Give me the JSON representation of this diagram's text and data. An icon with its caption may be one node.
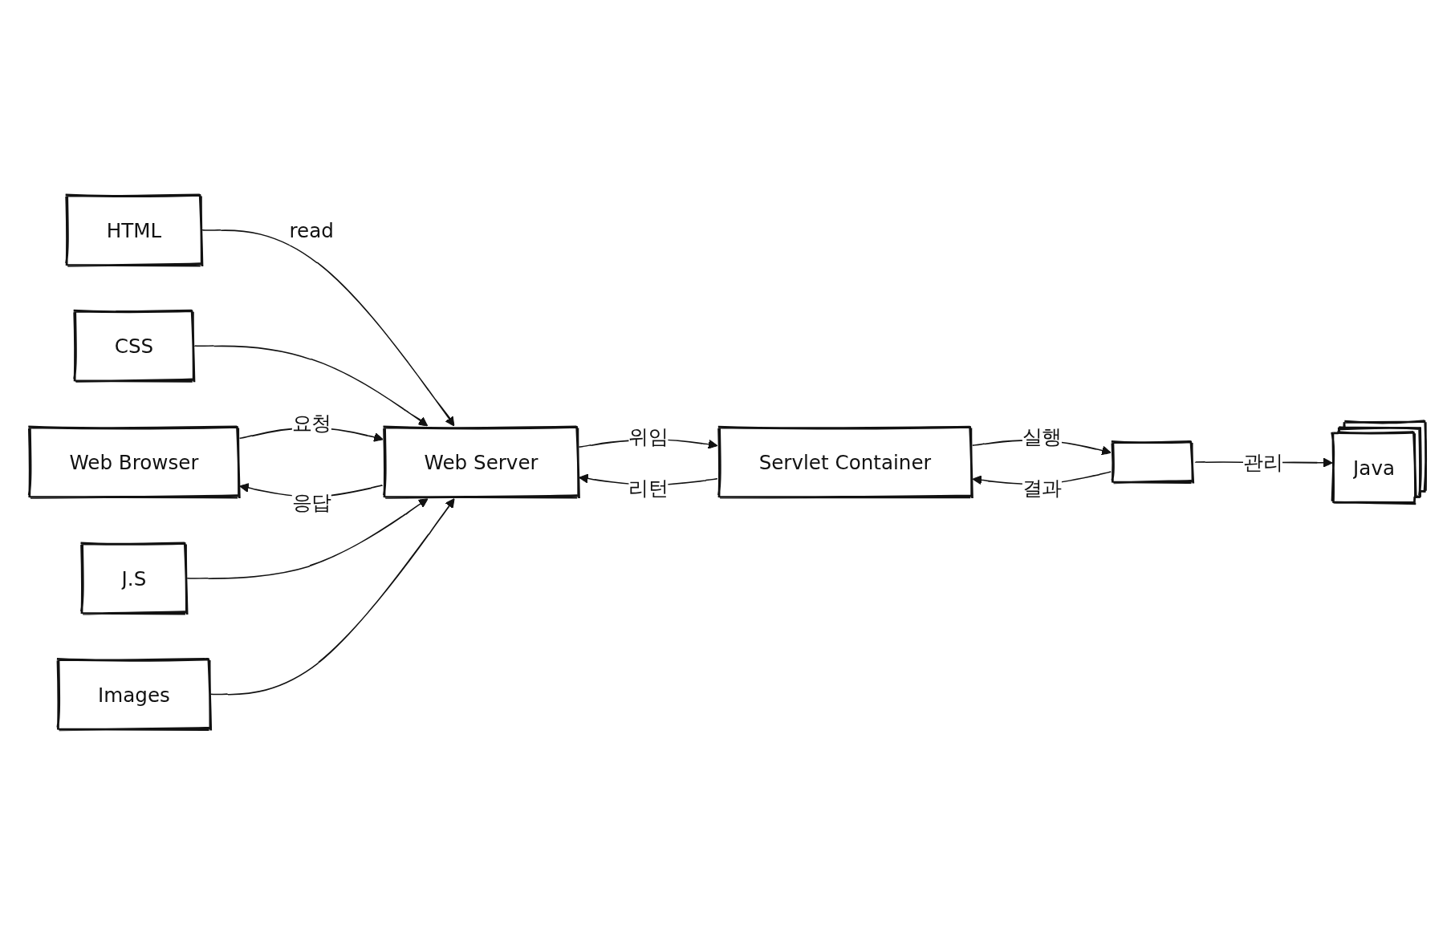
{
  "diagram": {
    "nodes": [
      {
        "text": [
          "Web Browser"
        ]
      },
      {
        "text": [
          "Web Server"
        ]
      },
      {
        "text": [
          "HTML"
        ]
      },
      {
        "text": [
          "CSS"
        ]
      },
      {
        "text": [
          "J.S"
        ]
      },
      {
        "text": [
          "Images"
        ]
      },
      {
        "text": [
          "Servlet Container"
        ]
      },
      {
        "text": [],
        "shape": "box"
      },
      {
        "text": [
          "Java"
        ]
      }
    ],
    "edges": [
      {
        "from": 0,
        "to": 1,
        "arrow": "to",
        "label": "요청"
      },
      {
        "from": 1,
        "to": 0,
        "arrow": "to",
        "label": "응답"
      },
      {
        "from": 2,
        "to": 1,
        "arrow": "to",
        "label": "read"
      },
      {
        "from": 3,
        "to": 1,
        "arrow": "to"
      },
      {
        "from": 4,
        "to": 1,
        "arrow": "to"
      },
      {
        "from": 5,
        "to": 1,
        "arrow": "to"
      },
      {
        "from": 1,
        "to": 6,
        "arrow": "to",
        "label": "위임"
      },
      {
        "from": 6,
        "to": 1,
        "arrow": "to",
        "label": "리턴"
      },
      {
        "from": 6,
        "to": 7,
        "arrow": "to",
        "label": "실행"
      },
      {
        "from": 7,
        "to": 6,
        "arrow": "to",
        "label": "결과"
      },
      {
        "from": 7,
        "to": 8,
        "arrow": "to",
        "label": "관리"
      }
    ]
  }
}
